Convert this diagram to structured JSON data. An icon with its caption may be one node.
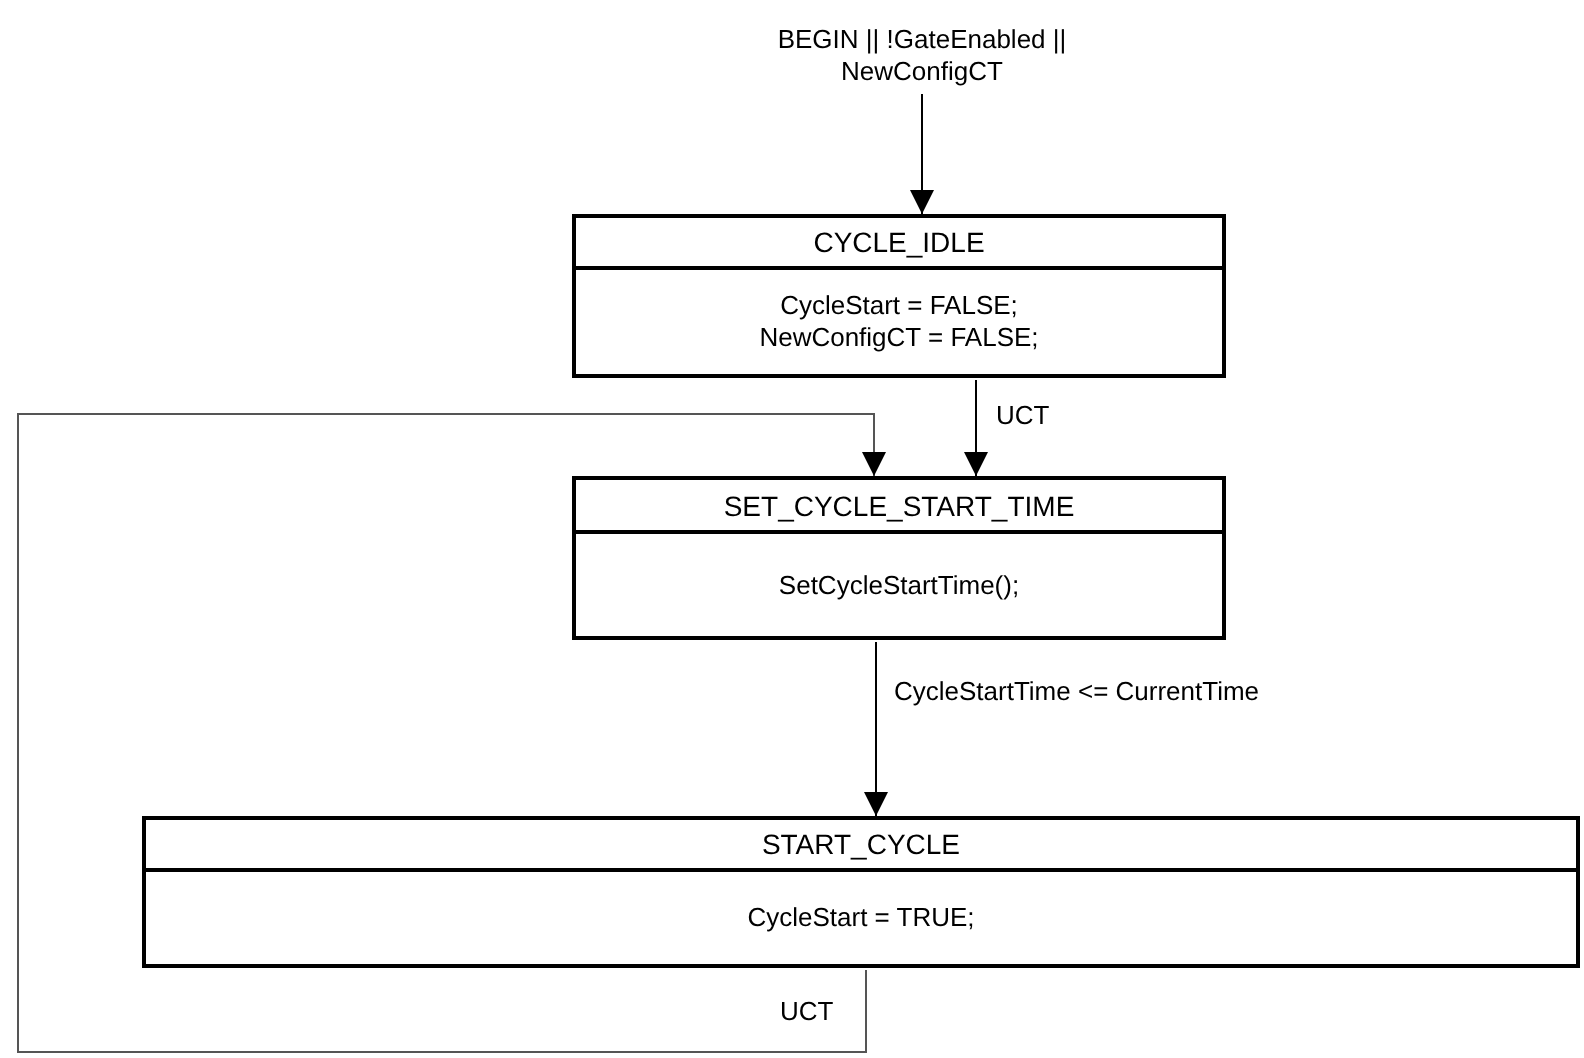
{
  "diagram": {
    "nodes": [
      {
        "text": [
          "BEGIN || !GateEnabled || NewConfigCT"
        ]
      },
      {
        "text": [
          "CYCLE_IDLE",
          "CycleStart = FALSE; NewConfigCT = FALSE;"
        ]
      },
      {
        "text": [
          "SET_CYCLE_START_TIME",
          "SetCycleStartTime();"
        ]
      },
      {
        "text": [
          "START_CYCLE",
          "CycleStart = TRUE;"
        ]
      }
    ],
    "edges": [
      {
        "from": 0,
        "to": 1,
        "arrow": "to"
      },
      {
        "from": 1,
        "to": 2,
        "arrow": "to",
        "label": "UCT"
      },
      {
        "from": 2,
        "to": 3,
        "arrow": "to",
        "label": "CycleStartTime <= CurrentTime"
      },
      {
        "from": 3,
        "to": 2,
        "arrow": "to",
        "label": "UCT"
      }
    ]
  }
}
